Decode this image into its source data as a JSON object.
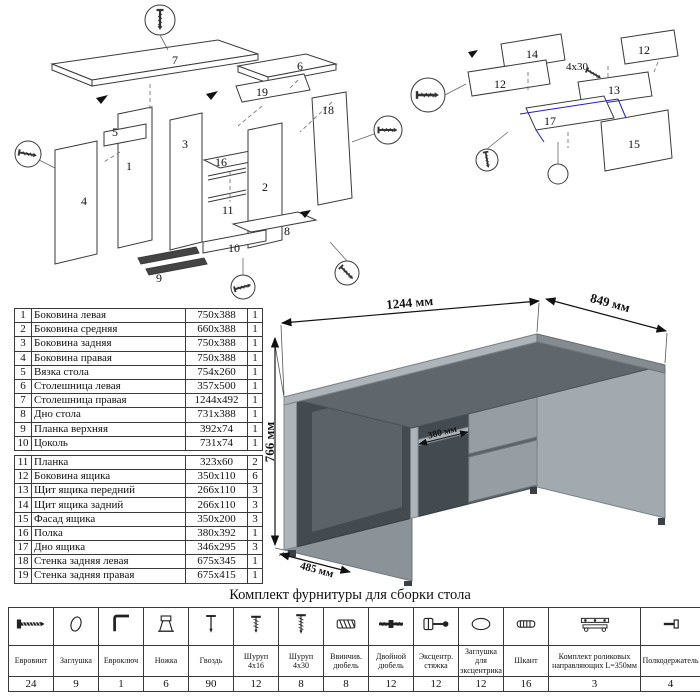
{
  "diagram_left": {
    "callouts": {
      "c7": "7",
      "c6": "6",
      "c19": "19",
      "c18": "18",
      "c5": "5",
      "c3": "3",
      "c16": "16",
      "c2": "2",
      "c1": "1",
      "c4": "4",
      "c11": "11",
      "c8": "8",
      "c10": "10",
      "c9": "9"
    }
  },
  "diagram_right": {
    "callouts": {
      "c14": "14",
      "c12a": "12",
      "c12b": "12",
      "c13": "13",
      "c17": "17",
      "c15": "15"
    },
    "screw_label": "4x30"
  },
  "parts_table": {
    "rows": [
      {
        "num": "1",
        "name": "Боковина левая",
        "size": "750x388",
        "qty": "1"
      },
      {
        "num": "2",
        "name": "Боковина средняя",
        "size": "660x388",
        "qty": "1"
      },
      {
        "num": "3",
        "name": "Боковина задняя",
        "size": "750x388",
        "qty": "1"
      },
      {
        "num": "4",
        "name": "Боковина правая",
        "size": "750x388",
        "qty": "1"
      },
      {
        "num": "5",
        "name": "Вязка стола",
        "size": "754x260",
        "qty": "1"
      },
      {
        "num": "6",
        "name": "Столешница левая",
        "size": "357x500",
        "qty": "1"
      },
      {
        "num": "7",
        "name": "Столешница правая",
        "size": "1244x492",
        "qty": "1"
      },
      {
        "num": "8",
        "name": "Дно стола",
        "size": "731x388",
        "qty": "1"
      },
      {
        "num": "9",
        "name": "Планка верхняя",
        "size": "392x74",
        "qty": "1"
      },
      {
        "num": "10",
        "name": "Цоколь",
        "size": "731x74",
        "qty": "1"
      },
      {
        "num": "11",
        "name": "Планка",
        "size": "323x60",
        "qty": "2"
      },
      {
        "num": "12",
        "name": "Боковина ящика",
        "size": "350x110",
        "qty": "6"
      },
      {
        "num": "13",
        "name": "Щит ящика передний",
        "size": "266x110",
        "qty": "3"
      },
      {
        "num": "14",
        "name": "Щит ящика задний",
        "size": "266x110",
        "qty": "3"
      },
      {
        "num": "15",
        "name": "Фасад ящика",
        "size": "350x200",
        "qty": "3"
      },
      {
        "num": "16",
        "name": "Полка",
        "size": "380x392",
        "qty": "1"
      },
      {
        "num": "17",
        "name": "Дно ящика",
        "size": "346x295",
        "qty": "3"
      },
      {
        "num": "18",
        "name": "Стенка задняя левая",
        "size": "675x345",
        "qty": "1"
      },
      {
        "num": "19",
        "name": "Стенка задняя правая",
        "size": "675x415",
        "qty": "1"
      }
    ]
  },
  "desk": {
    "dim_width": "1244 мм",
    "dim_depth": "849 мм",
    "dim_height": "766 мм",
    "dim_shelf": "380 мм",
    "dim_left_depth": "485 мм"
  },
  "hardware": {
    "title": "Комплект фурнитуры для сборки стола",
    "items": [
      {
        "name": "Евровинт",
        "qty": "24",
        "icon": "euro-screw-icon"
      },
      {
        "name": "Заглушка",
        "qty": "9",
        "icon": "cap-icon"
      },
      {
        "name": "Евроключ",
        "qty": "1",
        "icon": "hex-key-icon"
      },
      {
        "name": "Ножка",
        "qty": "6",
        "icon": "foot-icon"
      },
      {
        "name": "Гвоздь",
        "qty": "90",
        "icon": "nail-icon"
      },
      {
        "name": "Шуруп 4x16",
        "qty": "12",
        "icon": "screw-4x16-icon"
      },
      {
        "name": "Шуруп 4x30",
        "qty": "8",
        "icon": "screw-4x30-icon"
      },
      {
        "name": "Ввинчив. дюбель",
        "qty": "8",
        "icon": "screw-dowel-icon"
      },
      {
        "name": "Двойной дюбель",
        "qty": "12",
        "icon": "double-dowel-icon"
      },
      {
        "name": "Эксцентр. стяжка",
        "qty": "12",
        "icon": "cam-bolt-icon"
      },
      {
        "name": "Заглушка для эксцентрика",
        "qty": "12",
        "icon": "cam-cap-icon"
      },
      {
        "name": "Шкант",
        "qty": "16",
        "icon": "dowel-icon"
      },
      {
        "name": "Комплект роликовых направляющих L=350мм",
        "qty": "3",
        "icon": "slides-kit-icon"
      },
      {
        "name": "Полкодержатель",
        "qty": "4",
        "icon": "shelf-pin-icon"
      }
    ]
  },
  "colors": {
    "desk_top": "#5f666c",
    "desk_front": "#969da3",
    "desk_side": "#a2a9af",
    "interior": "#434a50",
    "line": "#3a3a3a",
    "blue": "#2020cc"
  }
}
